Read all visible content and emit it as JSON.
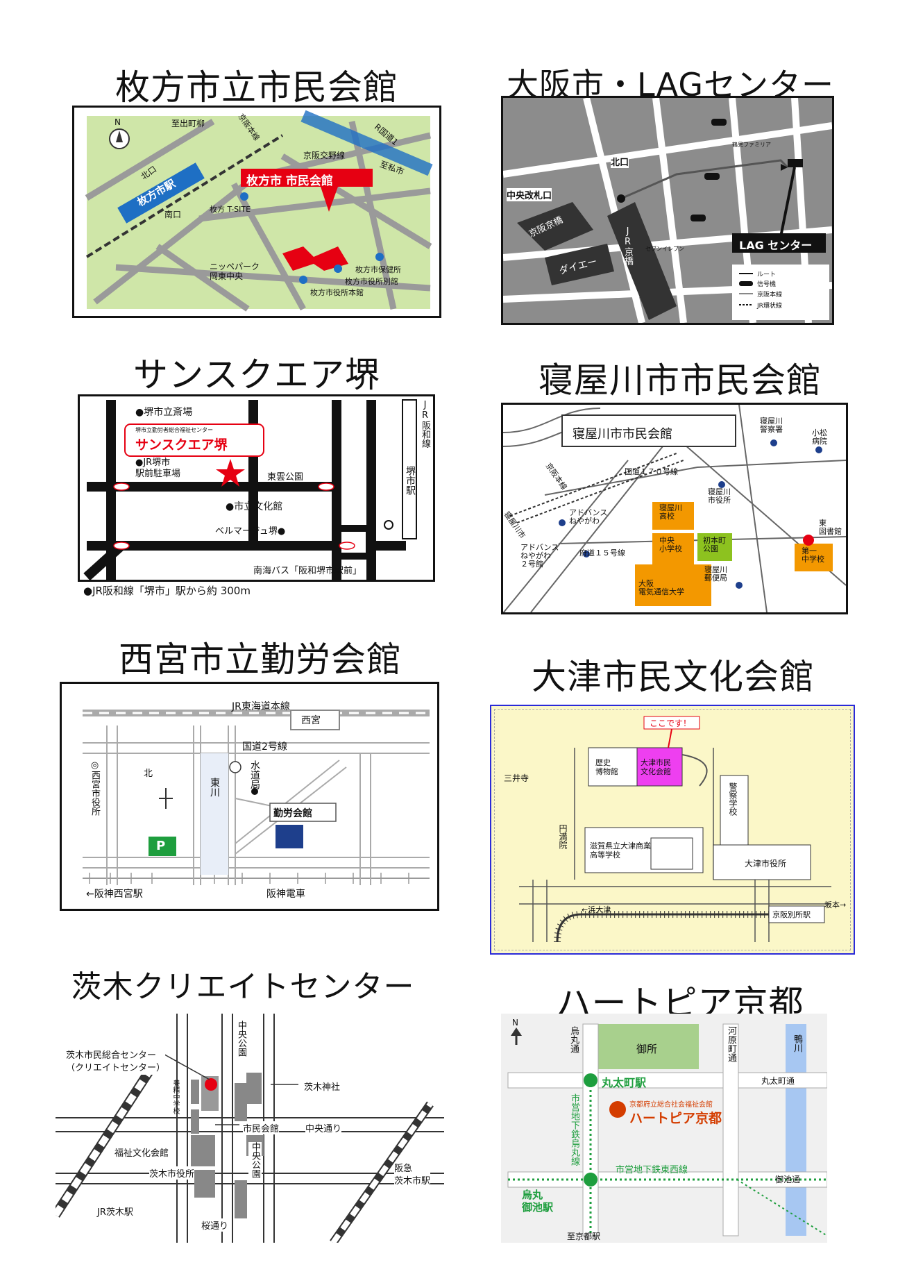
{
  "m1": {
    "title": "枚方市立市民会館",
    "north": "N",
    "road1": "至出町柳",
    "line": "京阪本線",
    "kokudo": "R国道1",
    "kotsuno": "京阪交野線",
    "shiratsu": "至私市",
    "kitaguchi": "北口",
    "station": "枚方市駅",
    "minami": "南口",
    "tsite": "枚方 T-SITE",
    "hall": "枚方市 市民会館",
    "nippa": "ニッペパーク\n岡東中央",
    "hoken": "枚方市保健所",
    "bekkan": "枚方市役所別館",
    "honkan": "枚方市役所本館",
    "colors": {
      "bg": "#cfe6a8",
      "road": "#9a9a9a",
      "accent": "#e60012",
      "rail": "#1e6fc4"
    }
  },
  "m2": {
    "title": "大阪市・LAGセンター",
    "kitaguchi": "北口",
    "chuo": "中央改札口",
    "keihan": "京阪京橋",
    "jr": "JR京橋",
    "daiei": "ダイエー",
    "seven": "セブンイレブン",
    "family": "鶴見ファミリア",
    "lag": "LAG センター",
    "legend": [
      "ルート",
      "信号機",
      "京阪本線",
      "JR環状線"
    ]
  },
  "m3": {
    "title": "サンスクエア堺",
    "saijo": "●堺市立斎場",
    "sub": "堺市立勤労者総合福祉センター",
    "name": "サンスクエア堺",
    "jr_park": "●JR堺市\n駅前駐車場",
    "higashikumo": "東雲公園",
    "bunka": "●市立文化館",
    "bell": "ベルマージュ堺●",
    "jr_line": "JR阪和線",
    "station": "堺市駅",
    "bus": "南海バス「阪和堺市駅前」",
    "note": "●JR阪和線「堺市」駅から約 300m"
  },
  "m4": {
    "title": "寝屋川市市民会館",
    "hall": "寝屋川市市民会館",
    "police": "寝屋川\n警察署",
    "hospital": "小松\n病院",
    "kokudo": "国道１７０号線",
    "cityhall": "寝屋川\n市役所",
    "keihan": "京阪本線",
    "neyagawa": "寝屋川市",
    "adv1": "アドバンス\nねやがわ",
    "adv2": "アドバンス\nねやがわ\n２号館",
    "hs": "寝屋川\n高校",
    "chuo": "中央\n小学校",
    "park": "初本町\n公園",
    "fuedo": "府道１５号線",
    "library": "東\n図書館",
    "post": "寝屋川\n郵便局",
    "jhs": "第一\n中学校",
    "univ": "大阪\n電気通信大学"
  },
  "m5": {
    "title": "西宮市立勤労会館",
    "jr": "JR東海道本線",
    "nishinomiya": "西宮",
    "kokudo": "国道2号線",
    "cityhall": "◎西宮市役所",
    "kita": "北",
    "higashigawa": "東川",
    "suido": "水道局",
    "kinro": "勤労会館",
    "p": "P",
    "hanshin_st": "←阪神西宮駅",
    "hanshin": "阪神電車"
  },
  "m6": {
    "title": "大津市民文化会館",
    "koko": "ここです！",
    "miidera": "三井寺",
    "museum": "歴史\n博物館",
    "hall": "大津市民\n文化会館",
    "police": "警察学校",
    "enman": "円満院",
    "school": "滋賀県立大津商業\n高等学校",
    "cityhall": "大津市役所",
    "hamaotsu": "←浜大津",
    "sakamoto": "坂本→",
    "station": "京阪別所駅"
  },
  "m7": {
    "title": "茨木クリエイトセンター",
    "center": "茨木市民総合センター\n（クリエイトセンター）",
    "park1": "中央公園",
    "shrine": "茨木神社",
    "yosei": "養精中学校",
    "shimin": "市民会館",
    "chuo_dori": "中央通り",
    "fukushi": "福祉文化会館",
    "cityhall": "茨木市役所",
    "park2": "中央公園",
    "hankyu": "阪急\n茨木市駅",
    "jr": "JR茨木駅",
    "sakura": "桜通り"
  },
  "m8": {
    "title": "ハートピア京都",
    "north": "N",
    "karasuma": "烏丸通",
    "gosho": "御所",
    "kawaramachi": "河原町通",
    "kamogawa": "鴨川",
    "marutamachi_st": "丸太町駅",
    "marutamachi": "丸太町通",
    "subway_line": "市営地下鉄烏丸線",
    "hall_sub": "京都府立総合社会福祉会館",
    "hall": "ハートピア京都",
    "tozai": "市営地下鉄東西線",
    "oike_st": "烏丸\n御池駅",
    "oike": "御池通",
    "kyoto": "至京都駅"
  }
}
